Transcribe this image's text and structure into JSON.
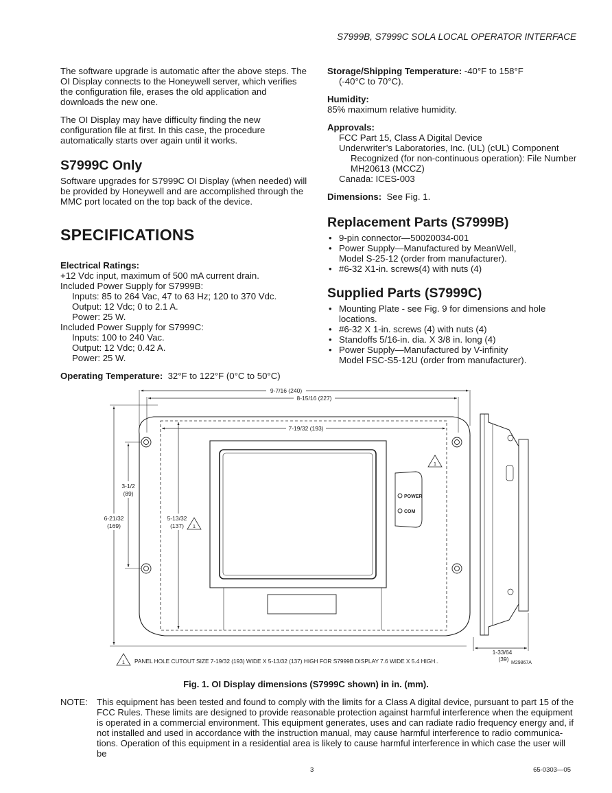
{
  "header": {
    "title": "S7999B, S7999C SOLA LOCAL OPERATOR INTERFACE"
  },
  "left": {
    "intro_p1": "The software upgrade is automatic after the above steps. The OI Display connects to the Honeywell server, which verifies the configuration file, erases the old application and downloads the new one.",
    "intro_p2": "The OI Display may have difficulty finding the new configuration file at first. In this case, the procedure automatically starts over again until it works.",
    "s7999c_heading": "S7999C Only",
    "s7999c_text": "Software upgrades for S7999C OI Display (when needed) will be provided by Honeywell and are accomplished through the MMC port located on the top back of the device.",
    "spec_heading": "SPECIFICATIONS",
    "elec_label": "Electrical Ratings:",
    "elec_lines": [
      "+12 Vdc input, maximum of 500 mA current drain.",
      "Included Power Supply for S7999B:",
      "Inputs: 85 to 264 Vac, 47 to 63 Hz; 120 to 370 Vdc.",
      "Output: 12 Vdc; 0 to 2.1 A.",
      "Power: 25 W.",
      "Included Power Supply for S7999C:",
      "Inputs: 100 to 240 Vac.",
      "Output: 12 Vdc; 0.42 A.",
      "Power: 25 W."
    ],
    "op_temp_label": "Operating Temperature:",
    "op_temp_value": "32°F to 122°F (0°C to 50°C)"
  },
  "right": {
    "storage_label": "Storage/Shipping Temperature:",
    "storage_value": "-40°F to 158°F",
    "storage_value2": "(-40°C to 70°C).",
    "humidity_label": "Humidity:",
    "humidity_value": "85% maximum relative humidity.",
    "approvals_label": "Approvals:",
    "approvals_fcc": "FCC Part 15, Class A Digital Device",
    "approvals_ul": "Underwriter’s Laboratories, Inc. (UL) (cUL) Component",
    "approvals_ul2": "Recognized (for non-continuous operation): File Number",
    "approvals_ul3": "MH20613 (MCCZ)",
    "approvals_canada": "Canada: ICES-003",
    "dimensions_label": "Dimensions:",
    "dimensions_value": "See Fig. 1.",
    "replacement_heading": "Replacement Parts (S7999B)",
    "replacement_items": [
      "9-pin connector—50020034-001",
      "Power Supply—Manufactured by MeanWell,",
      "#6-32 X1-in. screws(4) with nuts (4)"
    ],
    "replacement_item2_cont": "Model S-25-12 (order from manufacturer).",
    "supplied_heading": "Supplied Parts (S7999C)",
    "supplied_items": [
      "Mounting Plate - see Fig. 9 for dimensions and hole",
      "#6-32 X 1-in. screws (4) with nuts (4)",
      "Standoffs 5/16-in. dia. X 3/8 in. long (4)",
      "Power Supply—Manufactured by V-infinity"
    ],
    "supplied_item1_cont": "locations.",
    "supplied_item4_cont": "Model FSC-S5-12U (order from manufacturer)."
  },
  "figure": {
    "dim_overall_width": "9-7/16 (240)",
    "dim_hole_width": "8-15/16 (227)",
    "dim_cutout_width": "7-19/32 (193)",
    "dim_hole_height_a": "3-1/2",
    "dim_hole_height_b": "(89)",
    "dim_overall_height_a": "6-21/32",
    "dim_overall_height_b": "(169)",
    "dim_cutout_height_a": "5-13/32",
    "dim_cutout_height_b": "(137)",
    "dim_depth_a": "1-33/64",
    "dim_depth_b": "(39)",
    "note_marker": "1",
    "power_label": "POWER",
    "com_label": "COM",
    "panel_note": "PANEL HOLE CUTOUT SIZE 7-19/32 (193) WIDE X 5-13/32 (137) HIGH FOR S7999B DISPLAY 7.6 WIDE X 5.4 HIGH..",
    "figure_id": "M29867A",
    "caption": "Fig. 1. OI Display dimensions (S7999C shown) in in. (mm)."
  },
  "note": {
    "label": "NOTE:",
    "text": "This equipment has been tested and found to comply with the limits for a Class A digital device, pursuant to part 15 of the FCC Rules. These limits are designed to provide reasonable protection against harmful interference when the equipment is operated in a commercial environment. This equipment generates, uses and can radiate radio frequency energy and, if not installed and used in accordance with the instruction manual, may cause harmful interference to radio communica-tions. Operation of this equipment in a residential area is likely to cause harmful interference in which case the user will be"
  },
  "footer": {
    "page": "3",
    "doc": "65-0303—05"
  }
}
